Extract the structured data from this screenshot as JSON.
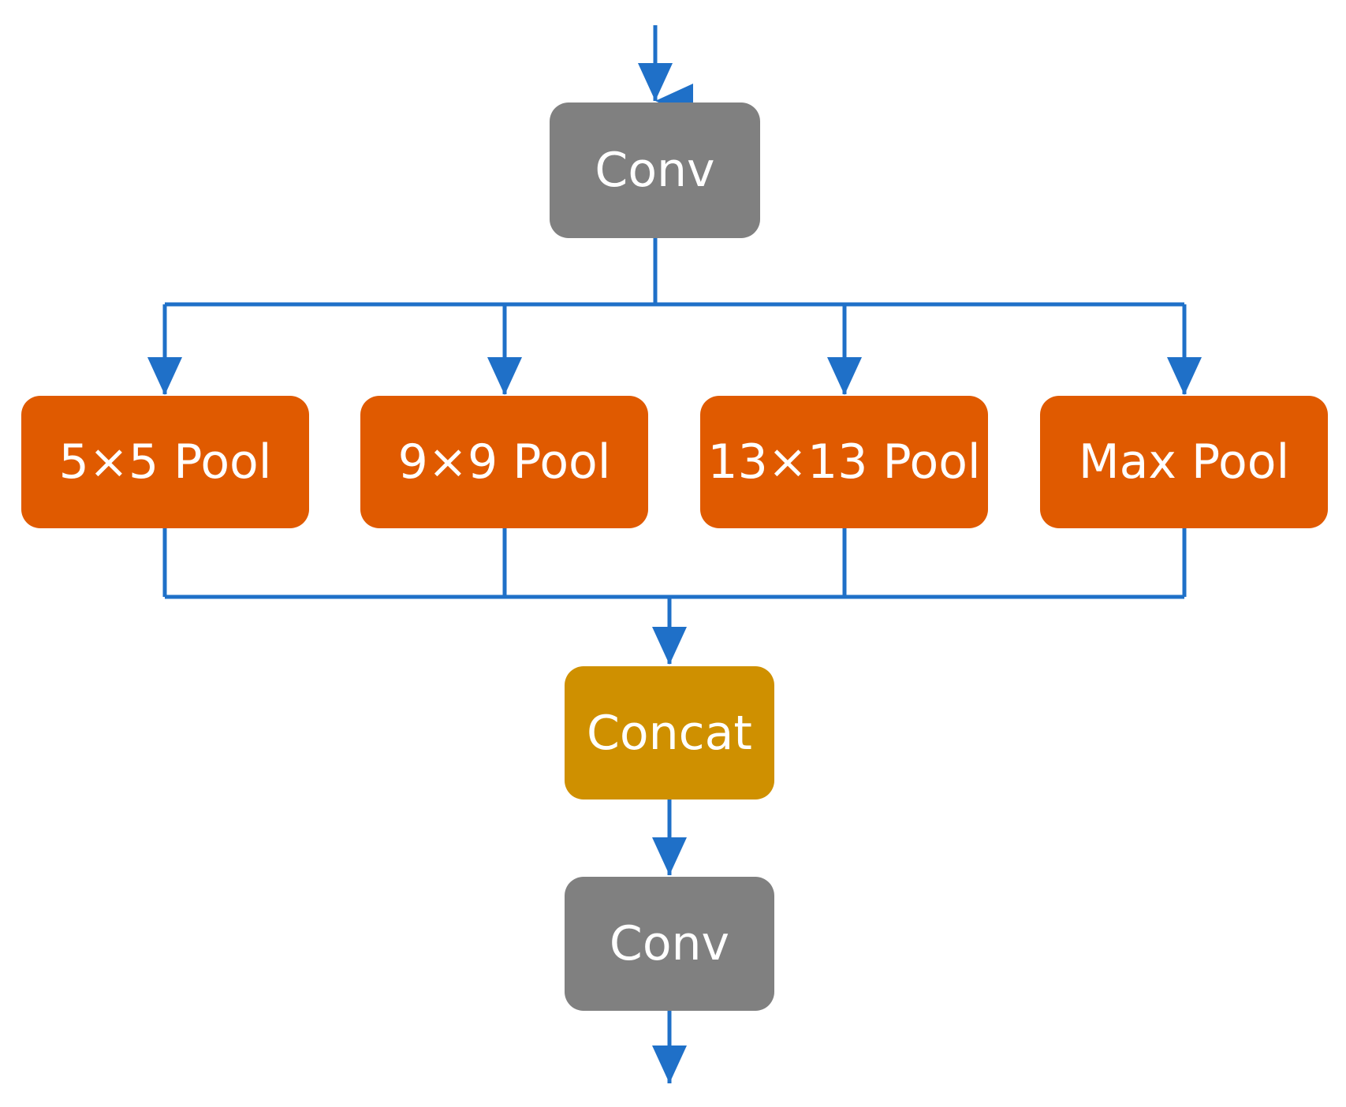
{
  "nodes": {
    "conv_top": "Conv",
    "pool_5": "5×5 Pool",
    "pool_9": "9×9 Pool",
    "pool_13": "13×13 Pool",
    "pool_max": "Max Pool",
    "concat": "Concat",
    "conv_bottom": "Conv"
  },
  "colors": {
    "arrow": "#1f70c8",
    "conv": "#808080",
    "pool": "#e05a00",
    "concat": "#cf9000",
    "text": "#ffffff"
  }
}
